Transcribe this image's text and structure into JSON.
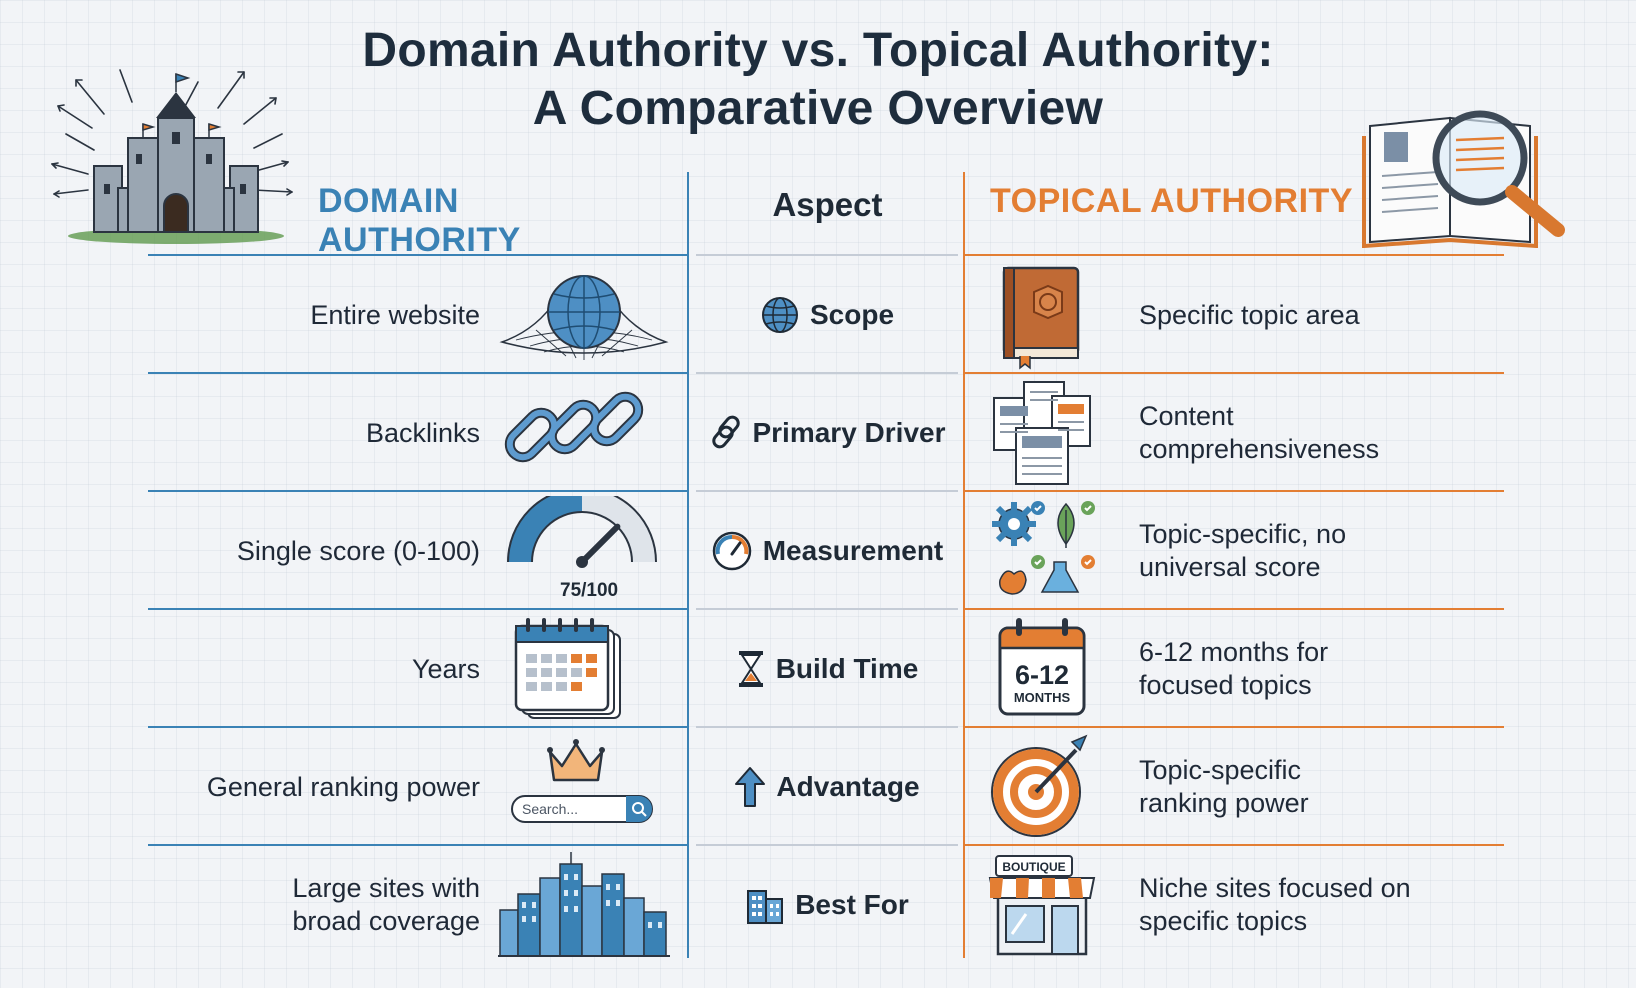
{
  "title": {
    "line1": "Domain Authority vs. Topical Authority:",
    "line2": "A Comparative Overview"
  },
  "headers": {
    "domain_authority": "DOMAIN AUTHORITY",
    "aspect": "Aspect",
    "topical_authority": "TOPICAL AUTHORITY"
  },
  "colors": {
    "domain_accent": "#3a82b5",
    "topical_accent": "#e37e33",
    "text_dark": "#1f2a36"
  },
  "rows": [
    {
      "aspect": "Scope",
      "aspect_icon": "globe-icon",
      "domain": "Entire website",
      "domain_icon": "globe-net-icon",
      "topical": "Specific topic area",
      "topical_icon": "book-icon"
    },
    {
      "aspect": "Primary Driver",
      "aspect_icon": "link-icon",
      "domain": "Backlinks",
      "domain_icon": "chain-links-icon",
      "topical": "Content comprehensiveness",
      "topical_icon": "documents-icon"
    },
    {
      "aspect": "Measurement",
      "aspect_icon": "gauge-icon",
      "domain": "Single score (0-100)",
      "domain_icon": "score-gauge-icon",
      "domain_gauge_label": "75/100",
      "domain_gauge_value": 75,
      "topical": "Topic-specific, no universal score",
      "topical_icon": "topic-badges-icon"
    },
    {
      "aspect": "Build Time",
      "aspect_icon": "hourglass-icon",
      "domain": "Years",
      "domain_icon": "calendar-stack-icon",
      "topical": "6-12 months for focused topics",
      "topical_icon": "calendar-icon",
      "topical_calendar_value": "6-12",
      "topical_calendar_unit": "MONTHS"
    },
    {
      "aspect": "Advantage",
      "aspect_icon": "arrow-up-icon",
      "domain": "General ranking power",
      "domain_icon": "crown-search-icon",
      "domain_search_placeholder": "Search...",
      "topical": "Topic-specific ranking power",
      "topical_icon": "target-icon"
    },
    {
      "aspect": "Best For",
      "aspect_icon": "building-icon",
      "domain": "Large sites with broad coverage",
      "domain_icon": "city-skyline-icon",
      "topical": "Niche sites focused on specific topics",
      "topical_icon": "boutique-icon",
      "topical_shop_sign": "BOUTIQUE"
    }
  ]
}
